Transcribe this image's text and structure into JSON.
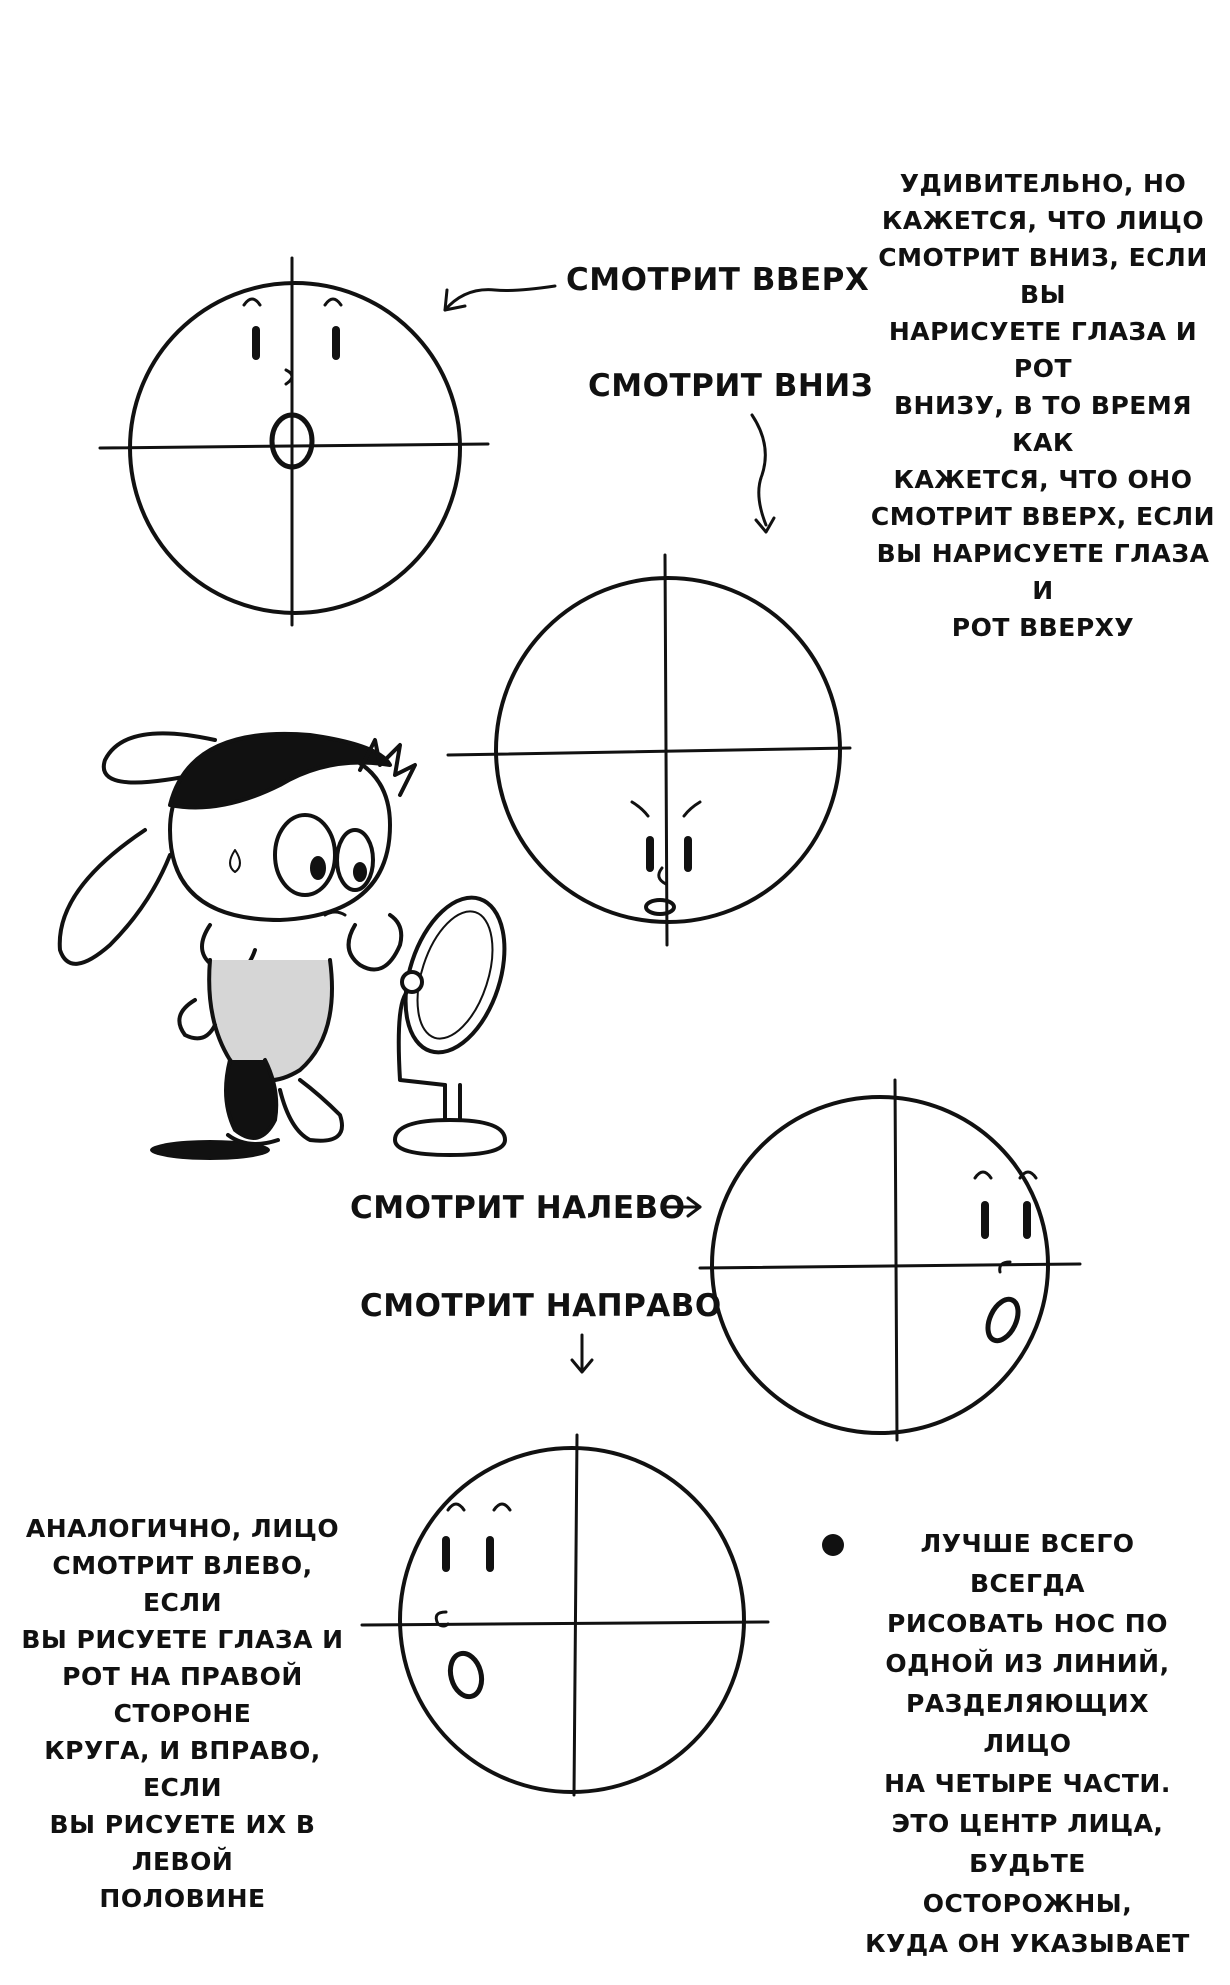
{
  "labels": {
    "up": "СМОТРИТ ВВЕРХ",
    "down": "СМОТРИТ ВНИЗ",
    "left": "СМОТРИТ НАЛЕВО",
    "right": "СМОТРИТ НАПРАВО"
  },
  "notes": {
    "top_right": "УДИВИТЕЛЬНО, НО\nКАЖЕТСЯ, ЧТО ЛИЦО\nСМОТРИТ ВНИЗ, ЕСЛИ ВЫ\nНАРИСУЕТЕ ГЛАЗА И РОТ\nВНИЗУ, В ТО ВРЕМЯ КАК\nКАЖЕТСЯ, ЧТО ОНО\nСМОТРИТ ВВЕРХ, ЕСЛИ\nВЫ НАРИСУЕТЕ ГЛАЗА И\nРОТ ВВЕРХУ",
    "bottom_left": "АНАЛОГИЧНО, ЛИЦО\nСМОТРИТ ВЛЕВО, ЕСЛИ\nВЫ РИСУЕТЕ ГЛАЗА И\nРОТ НА ПРАВОЙ СТОРОНЕ\nКРУГА, И ВПРАВО, ЕСЛИ\nВЫ РИСУЕТЕ ИХ В ЛЕВОЙ\nПОЛОВИНЕ",
    "bottom_right": "ЛУЧШЕ ВСЕГО ВСЕГДА\nРИСОВАТЬ НОС ПО\nОДНОЙ ИЗ ЛИНИЙ,\nРАЗДЕЛЯЮЩИХ ЛИЦО\nНА ЧЕТЫРЕ ЧАСТИ.\nЭТО ЦЕНТР ЛИЦА,\nБУДЬТЕ ОСТОРОЖНЫ,\nКУДА ОН УКАЗЫВАЕТ"
  },
  "illustrations": {
    "character_icon": "rabbit-character-with-mirror-illustration",
    "face_icon": "face-circle-diagram-icon"
  },
  "colors": {
    "ink": "#111111",
    "paper": "#ffffff",
    "tone": "#d6d6d6"
  }
}
